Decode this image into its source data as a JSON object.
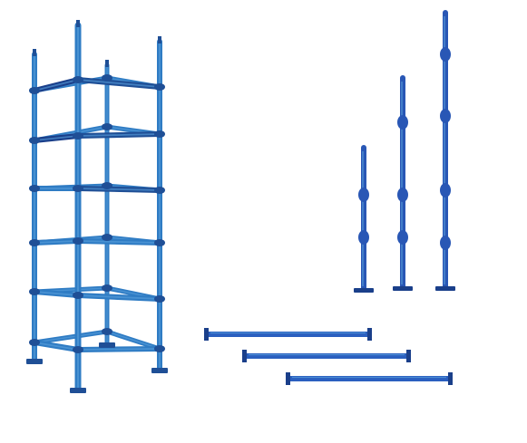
{
  "image": {
    "subject": "scaffolding-components",
    "background_color": "#ffffff"
  },
  "colors": {
    "steel_main": "#2f7cc4",
    "steel_dark": "#1f4f96",
    "steel_deep": "#1a3f8a",
    "steel_light": "#5aa0dc",
    "standard_blue": "#2957b5",
    "ledger_blue": "#2a5fbf",
    "shadow": "#c9d3e3"
  },
  "components": {
    "tower": {
      "name": "scaffold-tower",
      "levels": 6,
      "legs": 4
    },
    "standards": {
      "name": "vertical-standards",
      "count": 3
    },
    "ledgers": {
      "name": "horizontal-ledgers",
      "count": 3
    }
  }
}
